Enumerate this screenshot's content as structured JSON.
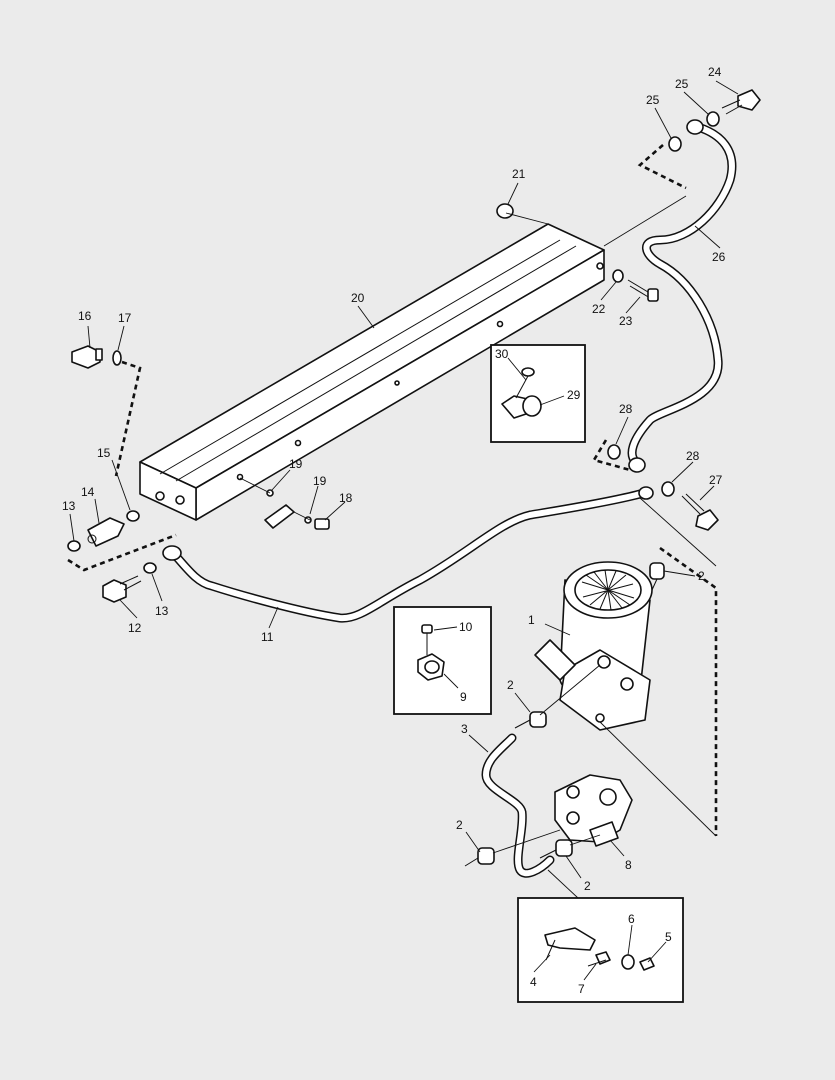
{
  "callouts": {
    "c1": "1",
    "c2a": "2",
    "c2b": "2",
    "c2c": "2",
    "c2d": "2",
    "c3": "3",
    "c4": "4",
    "c5": "5",
    "c6": "6",
    "c7": "7",
    "c8": "8",
    "c9": "9",
    "c10": "10",
    "c11": "11",
    "c12": "12",
    "c13a": "13",
    "c13b": "13",
    "c14": "14",
    "c15": "15",
    "c16": "16",
    "c17": "17",
    "c18": "18",
    "c19a": "19",
    "c19b": "19",
    "c20": "20",
    "c21": "21",
    "c22": "22",
    "c23": "23",
    "c24": "24",
    "c25a": "25",
    "c25b": "25",
    "c26": "26",
    "c27": "27",
    "c28a": "28",
    "c28b": "28",
    "c29": "29",
    "c30": "30"
  }
}
